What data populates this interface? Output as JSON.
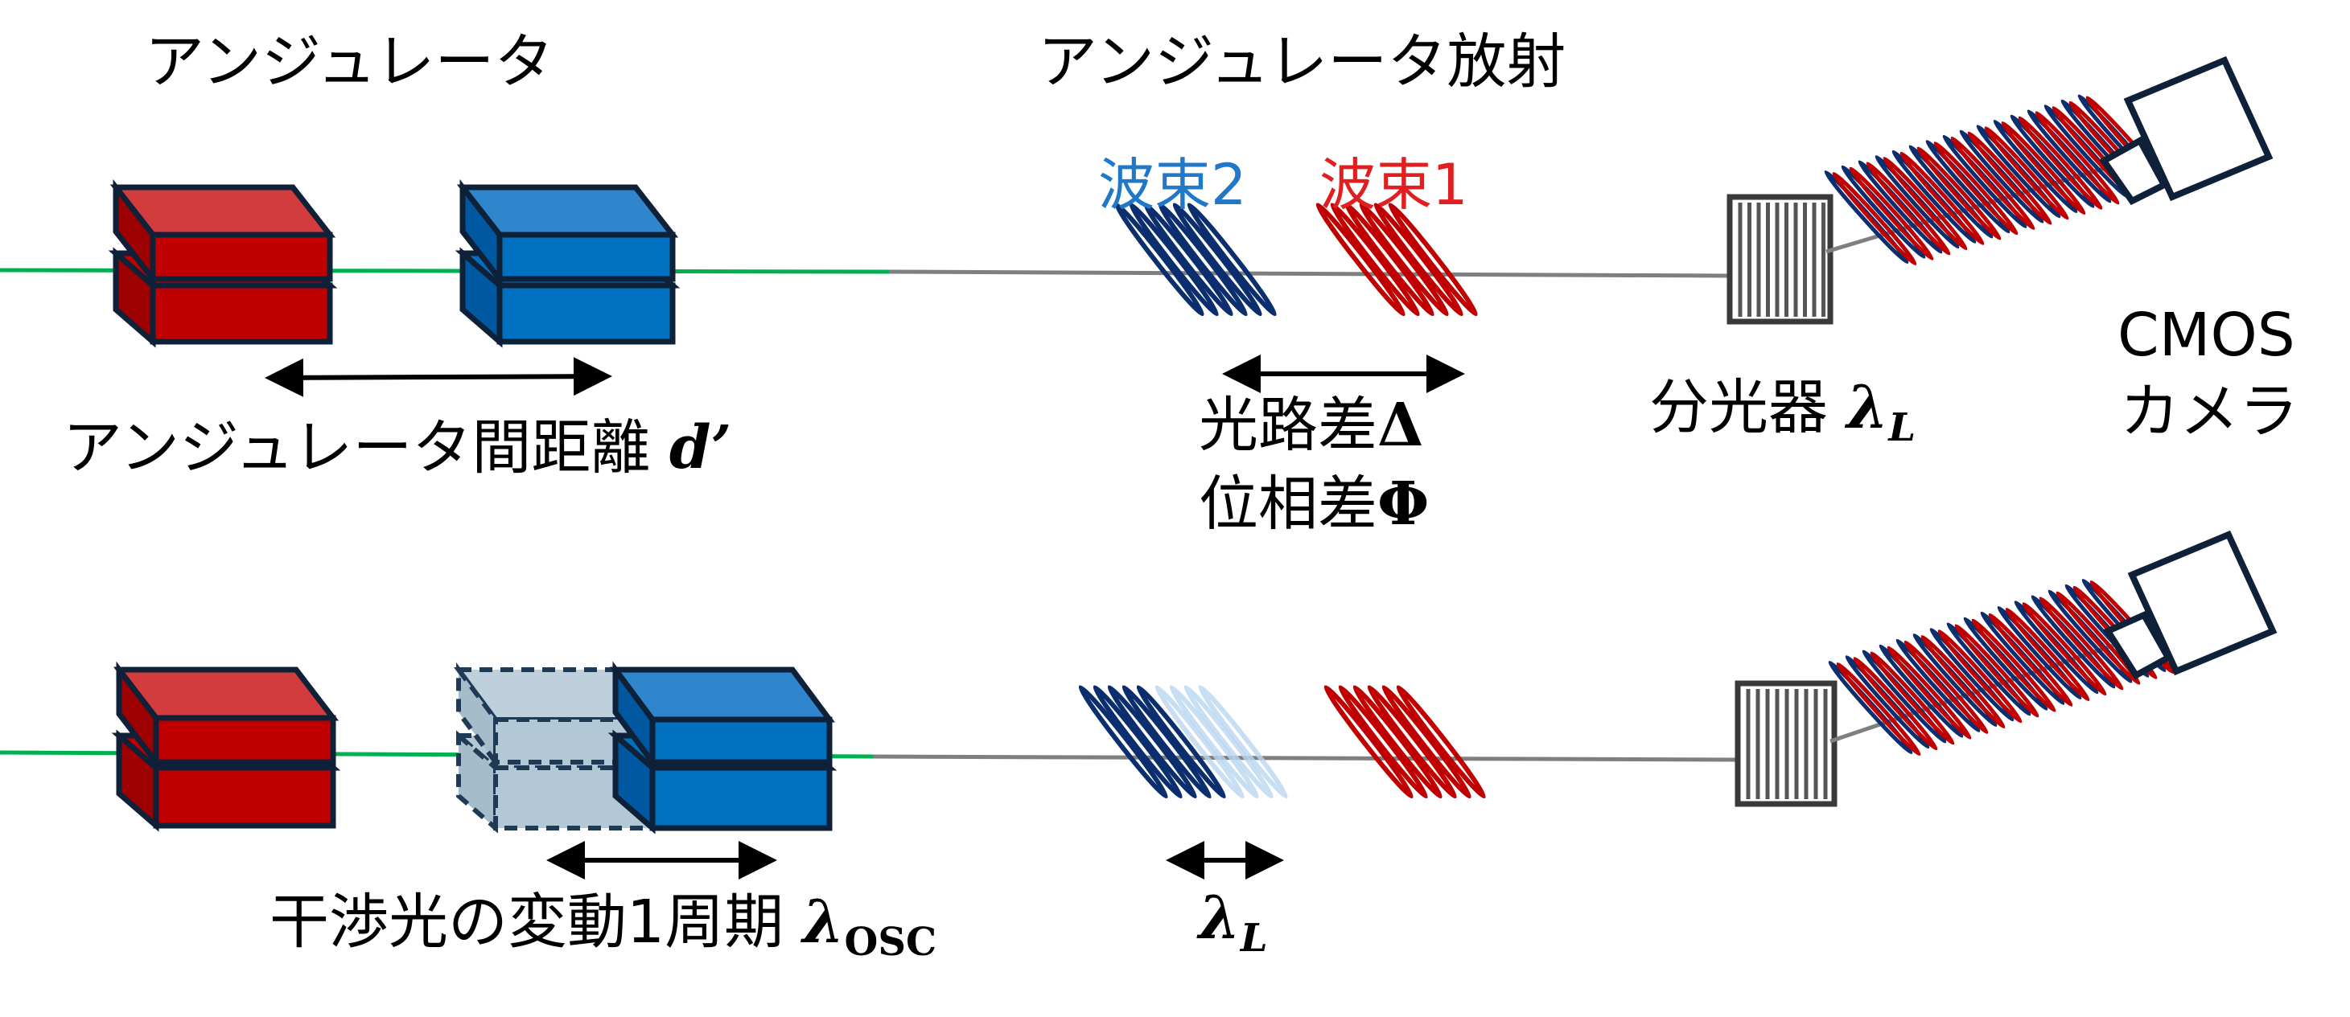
{
  "colors": {
    "red": "#c00000",
    "red_top": "#d23c3c",
    "blue": "#0070c0",
    "blue_top": "#2f86cc",
    "navy": "#0b2f6e",
    "outline": "#0f2138",
    "beam_green": "#00b050",
    "beam_gray": "#7f7f7f",
    "ghost": "#b2c8d6",
    "label_blue": "#1f78c8",
    "label_red": "#e02020"
  },
  "labels": {
    "undulator_title": "アンジュレータ",
    "radiation_title": "アンジュレータ放射",
    "packet2": "波束2",
    "packet1": "波束1",
    "undulator_distance": "アンジュレータ間距離",
    "undulator_distance_sym": "d’",
    "path_diff": "光路差",
    "path_diff_sym": "Δ",
    "phase_diff": "位相差",
    "phase_diff_sym": "Φ",
    "spectrometer": "分光器",
    "lambda": "λ",
    "lambda_sub_L": "L",
    "cmos_line1": "CMOS",
    "cmos_line2": "カメラ",
    "oscillation": "干渉光の変動1周期",
    "osc_sub": "OSC"
  }
}
